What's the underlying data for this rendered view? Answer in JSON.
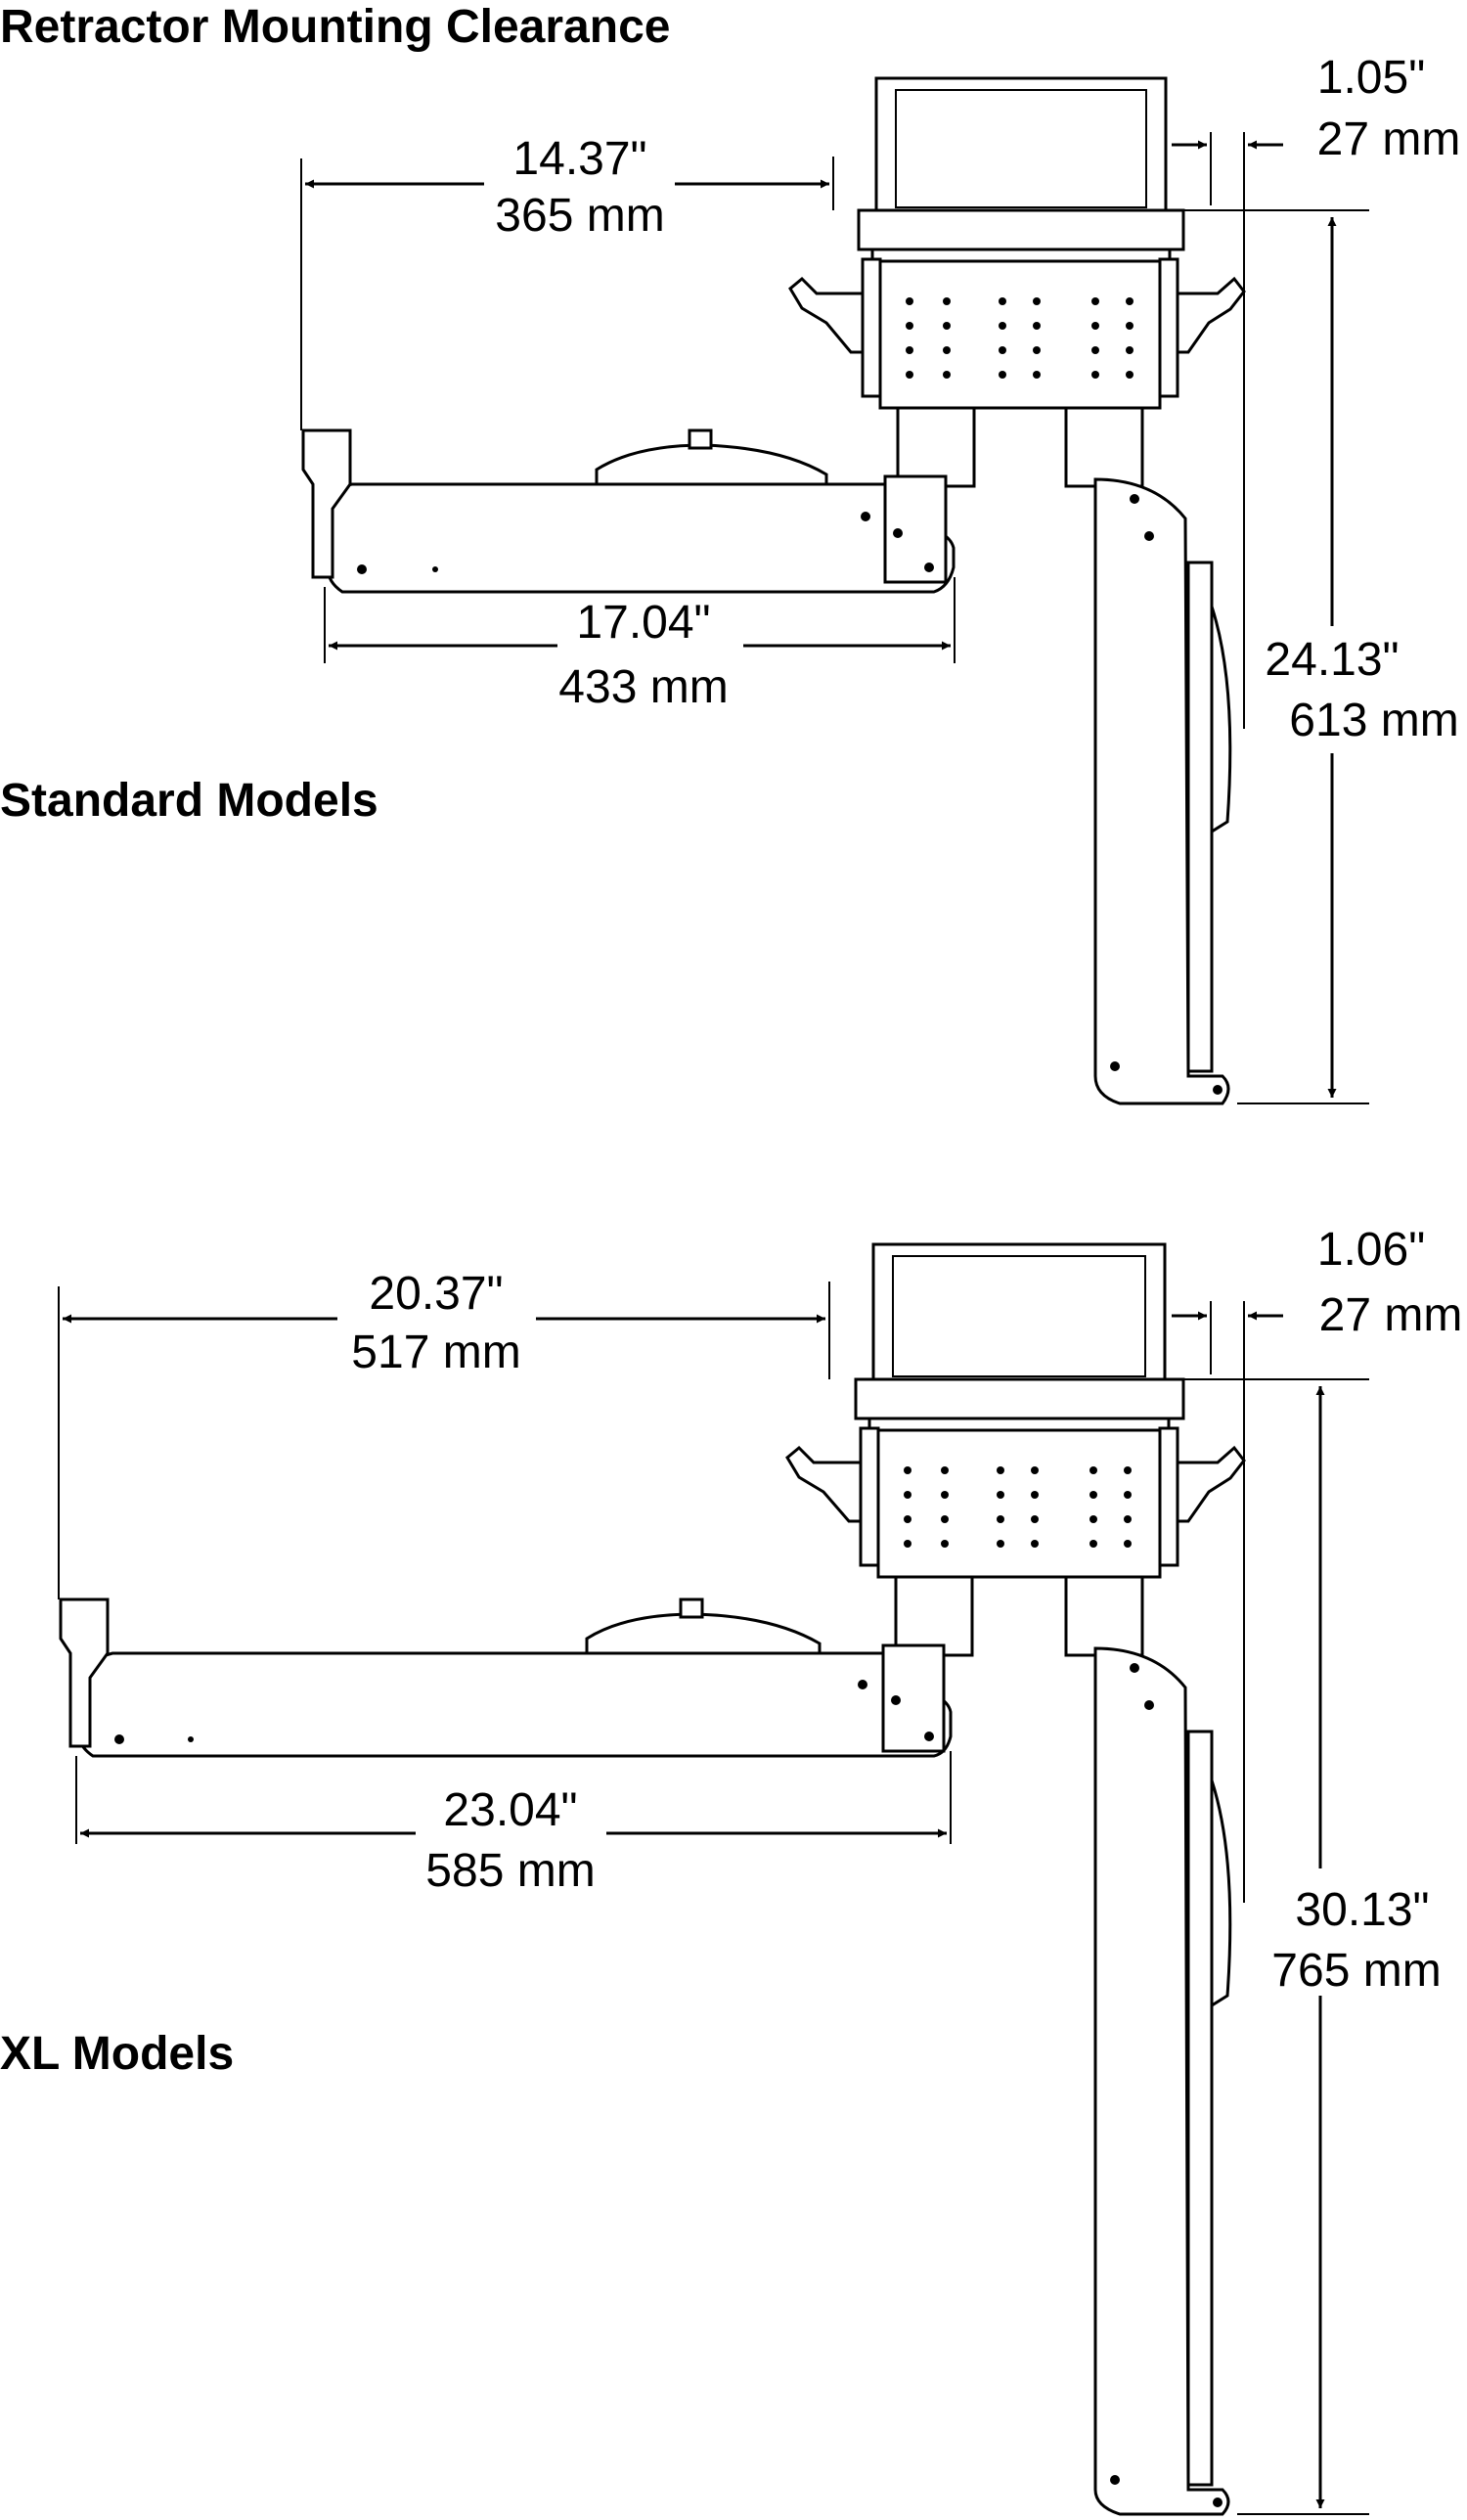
{
  "title": "Retractor Mounting Clearance",
  "standard": {
    "heading": "Standard Models",
    "dims": {
      "reach_in": "14.37\"",
      "reach_mm": "365 mm",
      "width_in": "17.04\"",
      "width_mm": "433 mm",
      "clear_in": "1.05\"",
      "clear_mm": "27 mm",
      "height_in": "24.13\"",
      "height_mm": "613 mm"
    }
  },
  "xl": {
    "heading": "XL Models",
    "dims": {
      "reach_in": "20.37\"",
      "reach_mm": "517 mm",
      "width_in": "23.04\"",
      "width_mm": "585 mm",
      "clear_in": "1.06\"",
      "clear_mm": "27 mm",
      "height_in": "30.13\"",
      "height_mm": "765 mm"
    }
  }
}
